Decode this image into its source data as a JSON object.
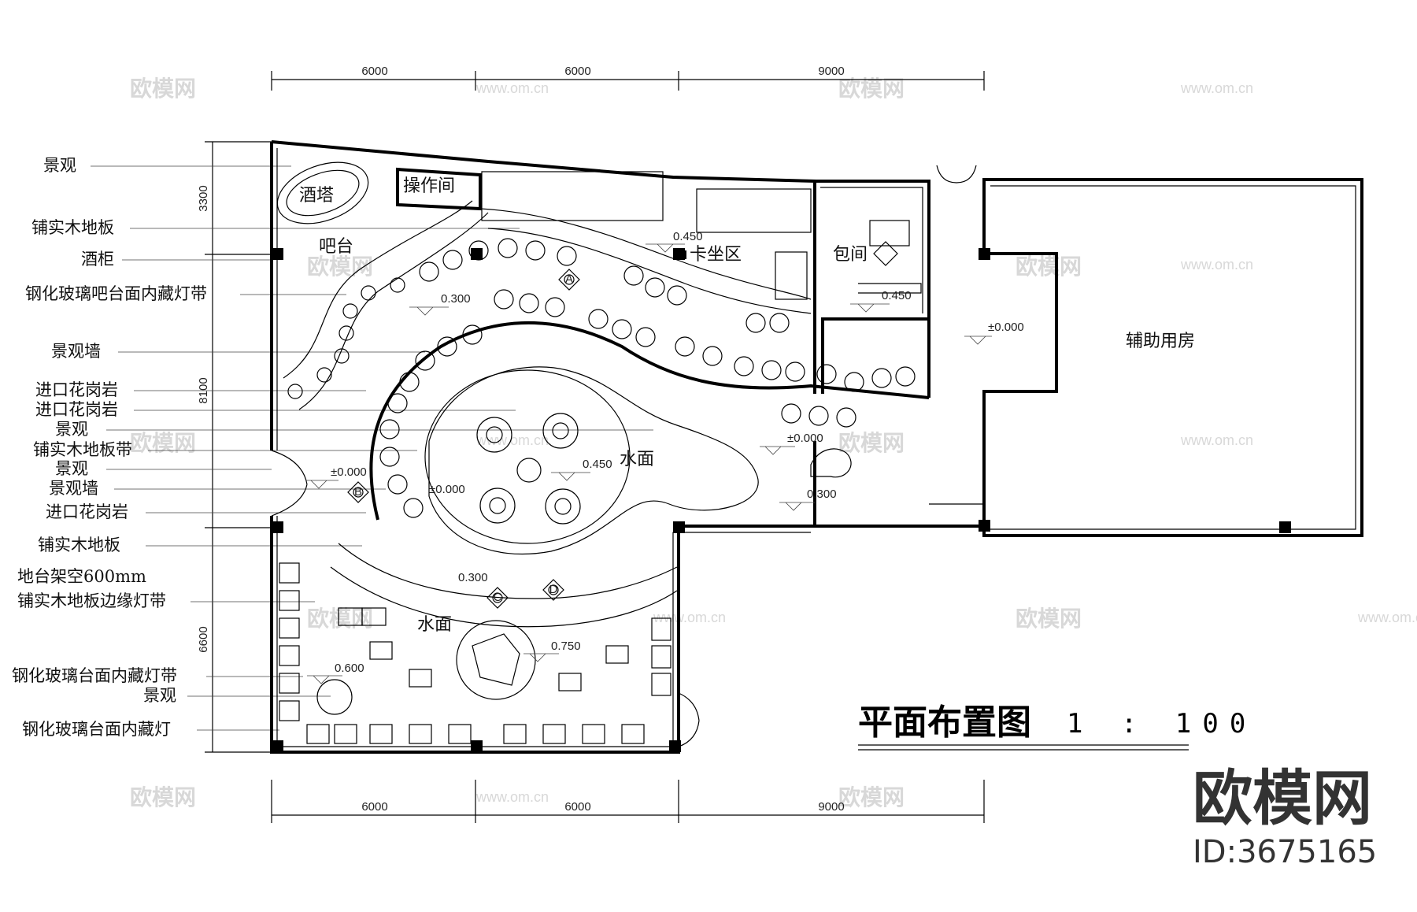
{
  "dimensions": {
    "top": [
      "6000",
      "6000",
      "9000"
    ],
    "bottom": [
      "6000",
      "6000",
      "9000"
    ],
    "left": [
      "3300",
      "8100",
      "6600"
    ]
  },
  "legend_labels": [
    "景观",
    "铺实木地板",
    "酒柜",
    "钢化玻璃吧台面内藏灯带",
    "景观墙",
    "进口花岗岩",
    "进口花岗岩",
    "景观",
    "铺实木地板带",
    "景观",
    "景观墙",
    "进口花岗岩",
    "铺实木地板",
    "地台架空600mm",
    "铺实木地板边缘灯带",
    "钢化玻璃台面内藏灯带",
    "景观",
    "钢化玻璃台面内藏灯"
  ],
  "rooms": {
    "wine_tower": "酒塔",
    "operation": "操作间",
    "bar": "吧台",
    "booth": "卡坐区",
    "private_room": "包间",
    "auxiliary": "辅助用房",
    "water_upper": "水面",
    "water_lower": "水面"
  },
  "levels": {
    "l1": "0.450",
    "l2": "0.300",
    "l3": "0.450",
    "l4": "±0.000",
    "l5": "0.450",
    "l6": "±0.000",
    "l7": "±0.000",
    "l8": "±0.000",
    "l9": "0.300",
    "l10": "0.300",
    "l11": "0.750",
    "l12": "0.600"
  },
  "markers": [
    "A",
    "B",
    "C",
    "D"
  ],
  "title": {
    "name": "平面布置图",
    "scale": "1 : 100"
  },
  "brand": {
    "name": "欧模网",
    "id": "ID:3675165",
    "watermark": "欧模网",
    "watermark_url": "www.om.cn"
  }
}
